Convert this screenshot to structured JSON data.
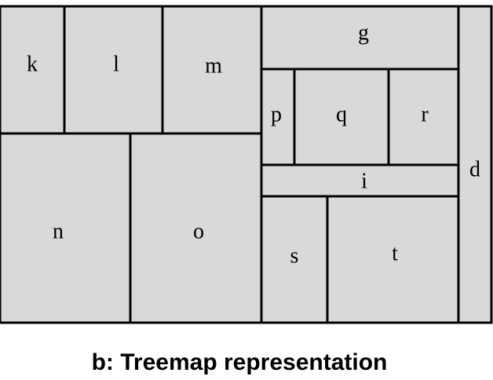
{
  "caption": "b: Treemap representation",
  "colors": {
    "cell_fill": "#d9d9d9",
    "stroke": "#000000",
    "background": "#ffffff"
  },
  "cells": [
    {
      "id": "k",
      "label": "k"
    },
    {
      "id": "l",
      "label": "l"
    },
    {
      "id": "m",
      "label": "m"
    },
    {
      "id": "n",
      "label": "n"
    },
    {
      "id": "o",
      "label": "o"
    },
    {
      "id": "g",
      "label": "g"
    },
    {
      "id": "p",
      "label": "p"
    },
    {
      "id": "q",
      "label": "q"
    },
    {
      "id": "r",
      "label": "r"
    },
    {
      "id": "i",
      "label": "i"
    },
    {
      "id": "s",
      "label": "s"
    },
    {
      "id": "t",
      "label": "t"
    },
    {
      "id": "d",
      "label": "d"
    }
  ]
}
